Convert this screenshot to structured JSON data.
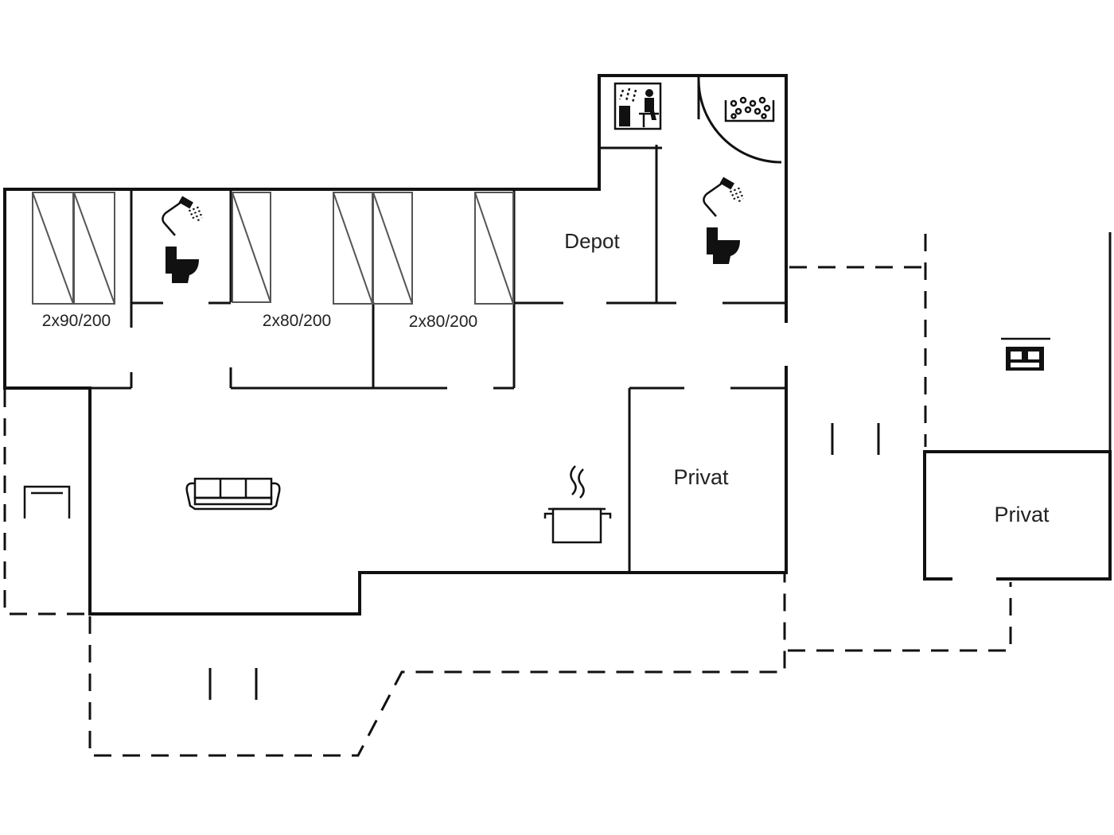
{
  "rooms": {
    "bed_labels": [
      "2x90/200",
      "2x80/200",
      "2x80/200"
    ],
    "depot": "Depot",
    "privat_inner": "Privat",
    "privat_outer": "Privat"
  },
  "icons": [
    "sauna-icon",
    "whirlpool-icon",
    "shower-icon",
    "toilet-icon",
    "sofa-icon",
    "cooking-pot-icon",
    "double-bed-icon",
    "chair-icon"
  ]
}
